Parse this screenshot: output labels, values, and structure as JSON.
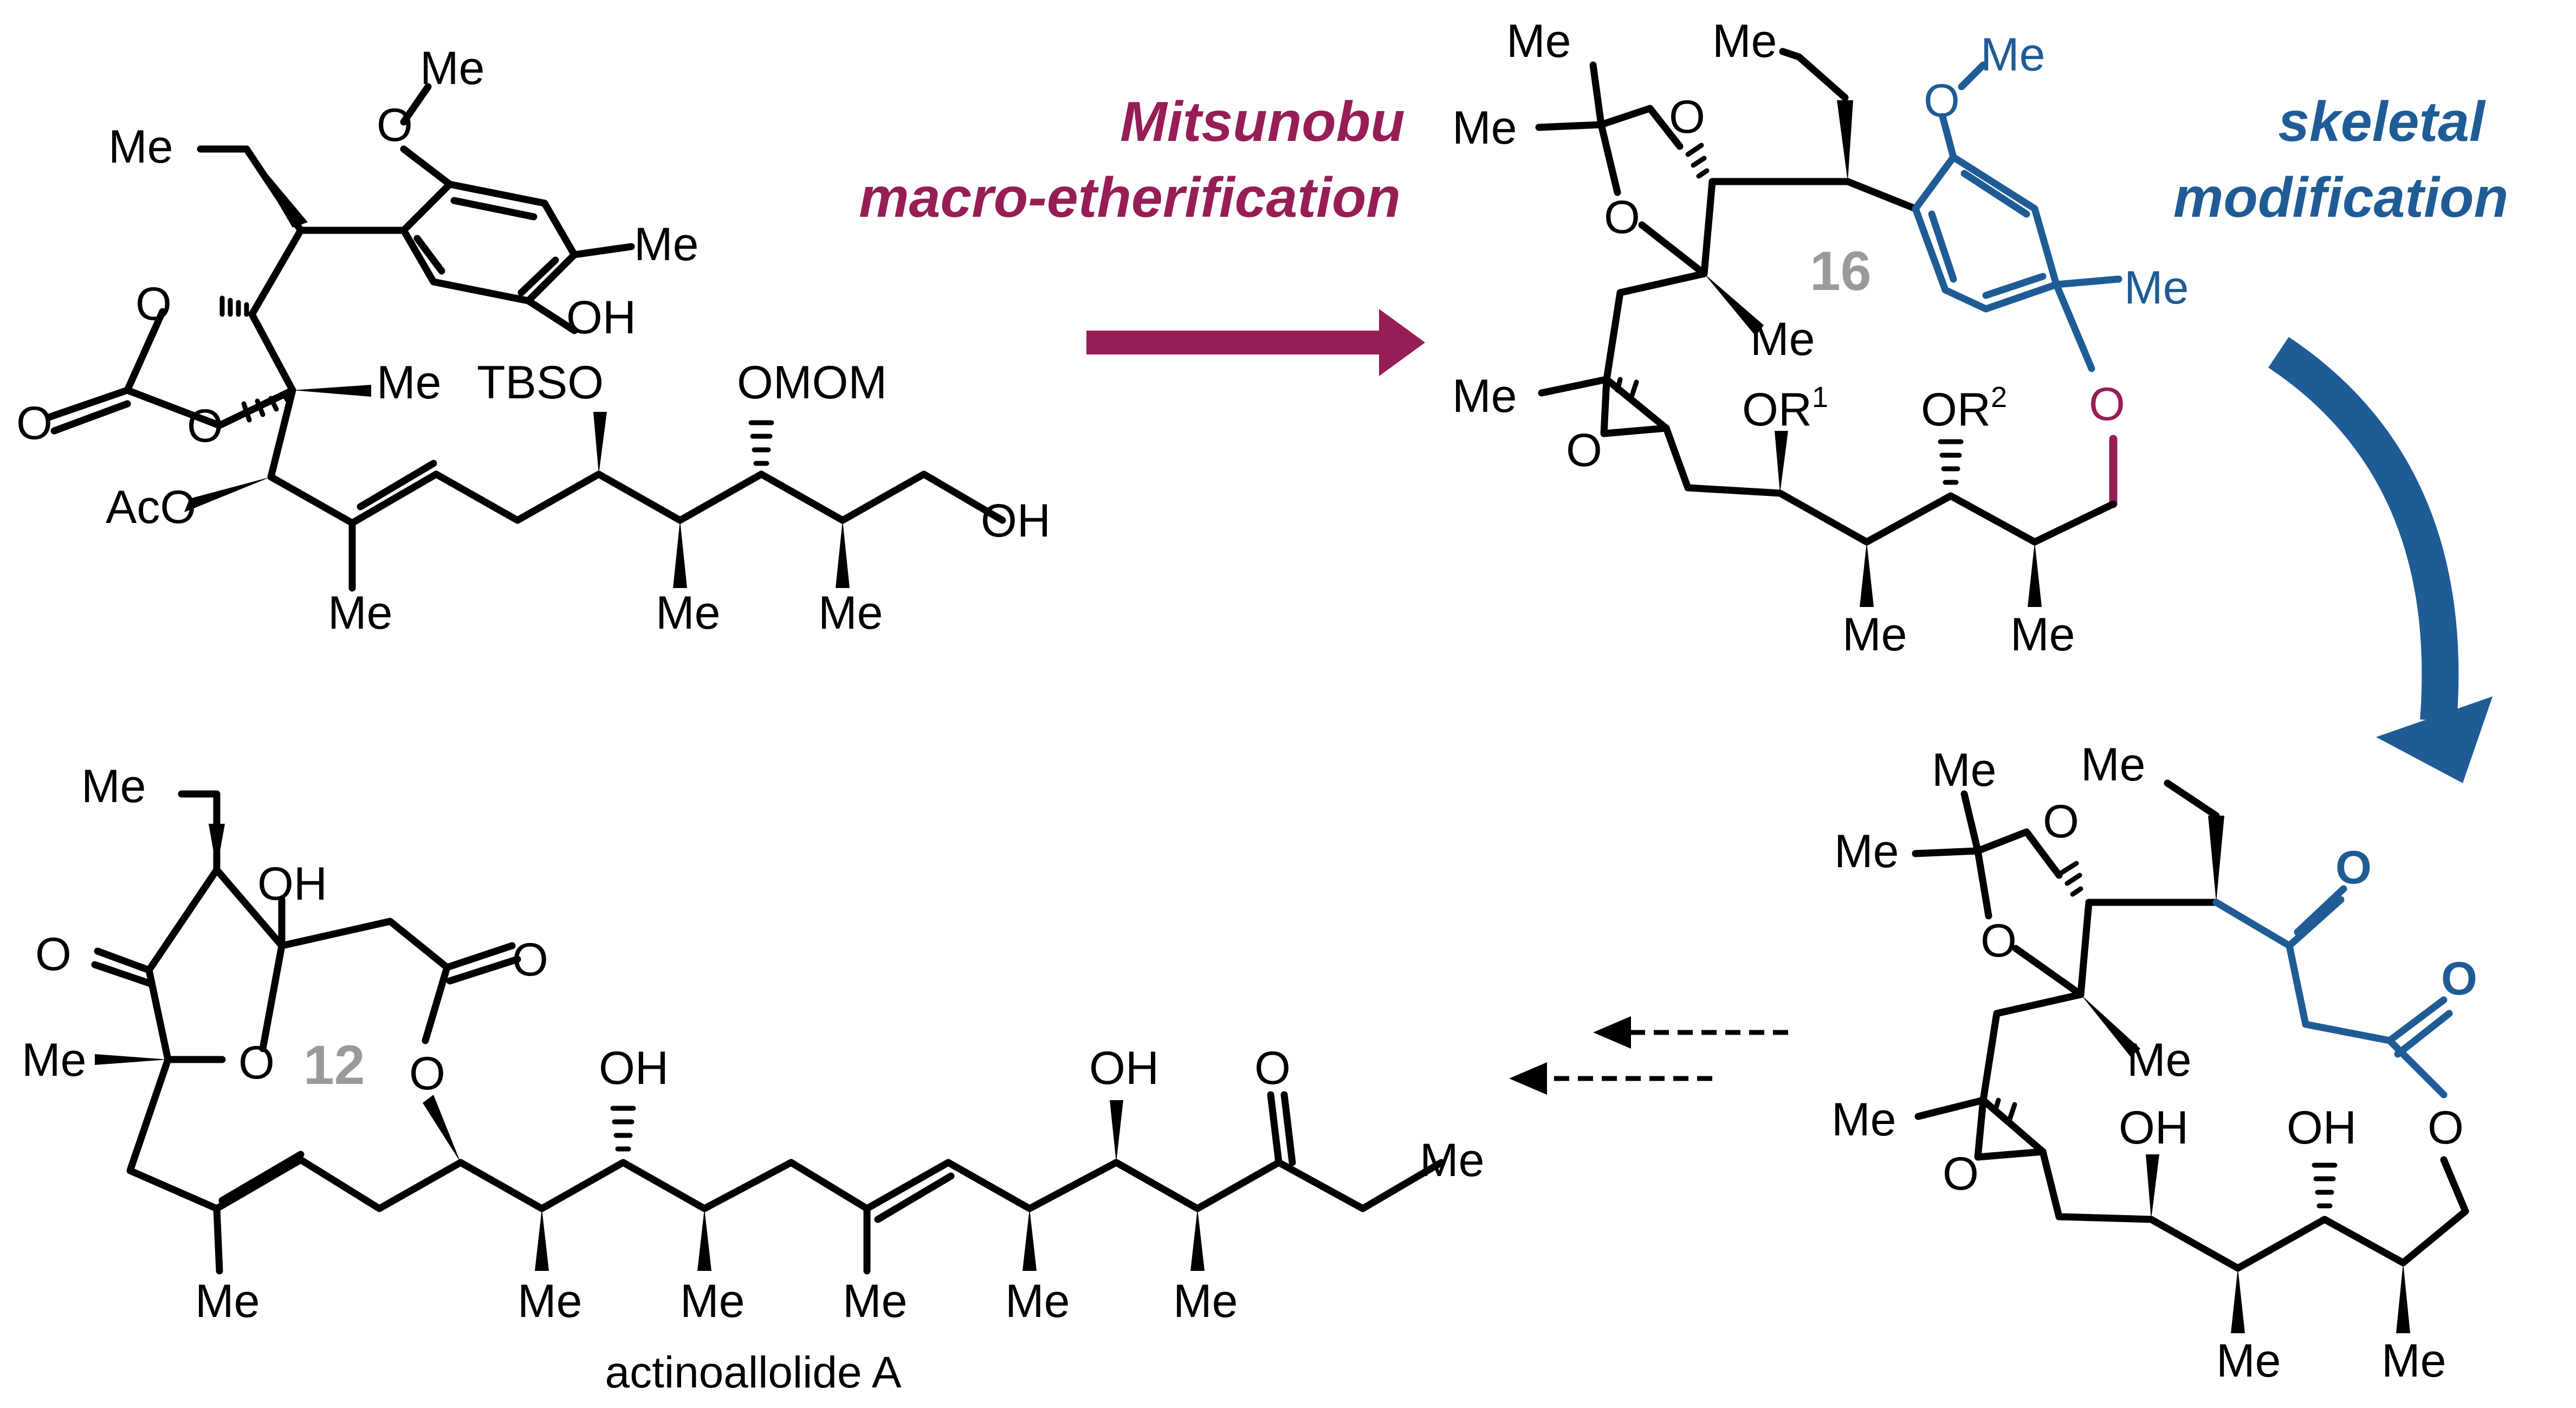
{
  "colors": {
    "mitsunobu": "#961d55",
    "skeletal": "#1f5c96",
    "compound_number": "#9a9a9a",
    "bond": "#000000"
  },
  "arrows": {
    "mitsunobu_line1": "Mitsunobu",
    "mitsunobu_line2": "macro-etherification",
    "skeletal_line1": "skeletal",
    "skeletal_line2": "modification"
  },
  "compound_numbers": {
    "macrocycle": "16",
    "product": "12"
  },
  "product_name": "actinoallolide A",
  "labels": {
    "me": "Me",
    "o": "O",
    "oh": "OH",
    "aco": "AcO",
    "tbso": "TBSO",
    "omom": "OMOM",
    "or": "OR",
    "r1": "1",
    "r2": "2"
  }
}
